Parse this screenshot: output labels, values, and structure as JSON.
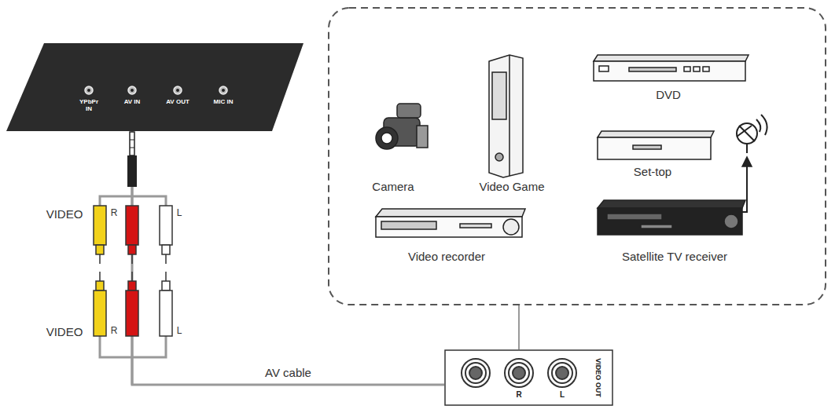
{
  "diagram": {
    "nodes": [
      {
        "text": [
          "YPbPr IN",
          "AV IN",
          "AV OUT",
          "MIC IN"
        ]
      },
      {
        "text": [
          "VIDEO OUT",
          "R",
          "L"
        ]
      }
    ],
    "edges": [
      {
        "from": 0,
        "to": 1,
        "arrow": "none",
        "label": "AV cable"
      }
    ],
    "labels": [
      "VIDEO",
      "R",
      "L",
      "VIDEO",
      "R",
      "L",
      "Camera",
      "Video Game",
      "DVD",
      "Set-top",
      "Video recorder",
      "Satellite TV receiver"
    ]
  }
}
